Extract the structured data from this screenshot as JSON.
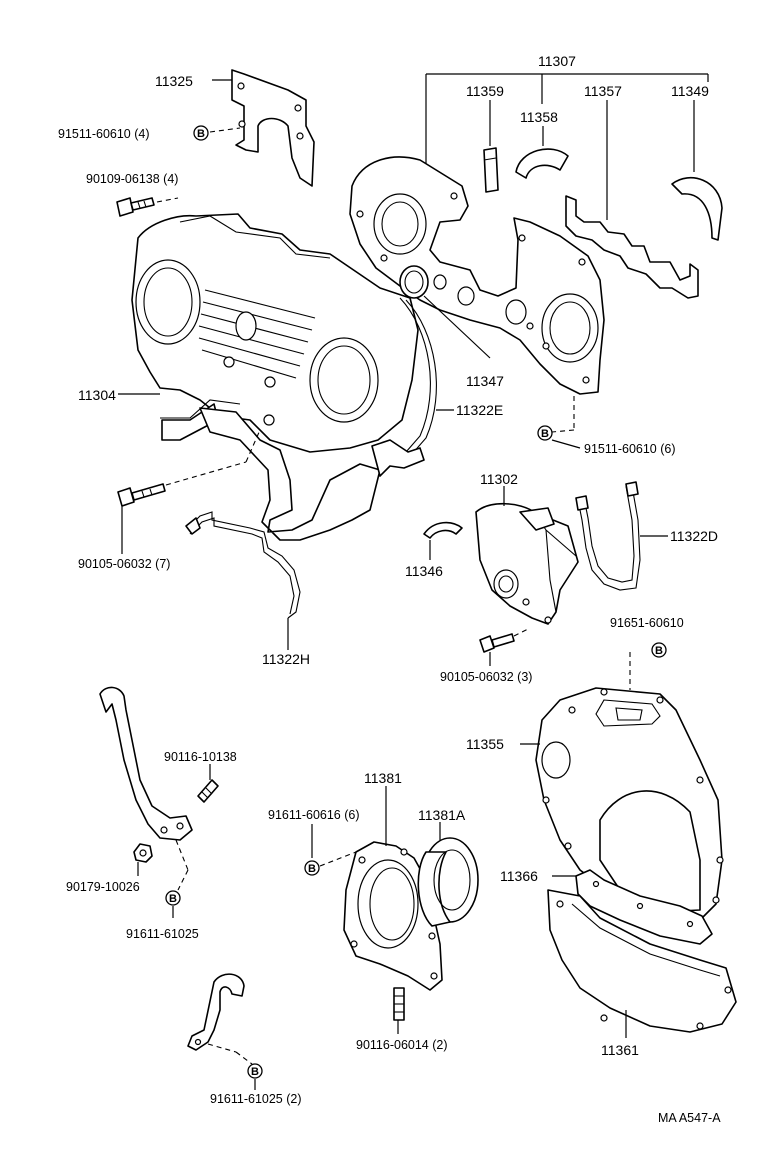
{
  "labels": {
    "p11307": "11307",
    "p11325": "11325",
    "p11359": "11359",
    "p11357": "11357",
    "p11349": "11349",
    "p11358": "11358",
    "b91511_4": "91511-60610 (4)",
    "b90109_4": "90109-06138 (4)",
    "p11304": "11304",
    "p11347": "11347",
    "p11322E": "11322E",
    "b91511_6": "91511-60610 (6)",
    "p11302": "11302",
    "p11322D": "11322D",
    "p11346": "11346",
    "b90105_7": "90105-06032 (7)",
    "p11322H": "11322H",
    "b90105_3": "90105-06032 (3)",
    "b91651": "91651-60610",
    "p11355": "11355",
    "b90116_10138": "90116-10138",
    "p11381": "11381",
    "p11381A": "11381A",
    "b91611_60616": "91611-60616 (6)",
    "b90179": "90179-10026",
    "b91611_61025": "91611-61025",
    "p11366": "11366",
    "p11361": "11361",
    "b90116_06014": "90116-06014 (2)",
    "b91611_61025_2": "91611-61025 (2)",
    "ref": "MA  A547-A"
  },
  "marker_letter": "B"
}
